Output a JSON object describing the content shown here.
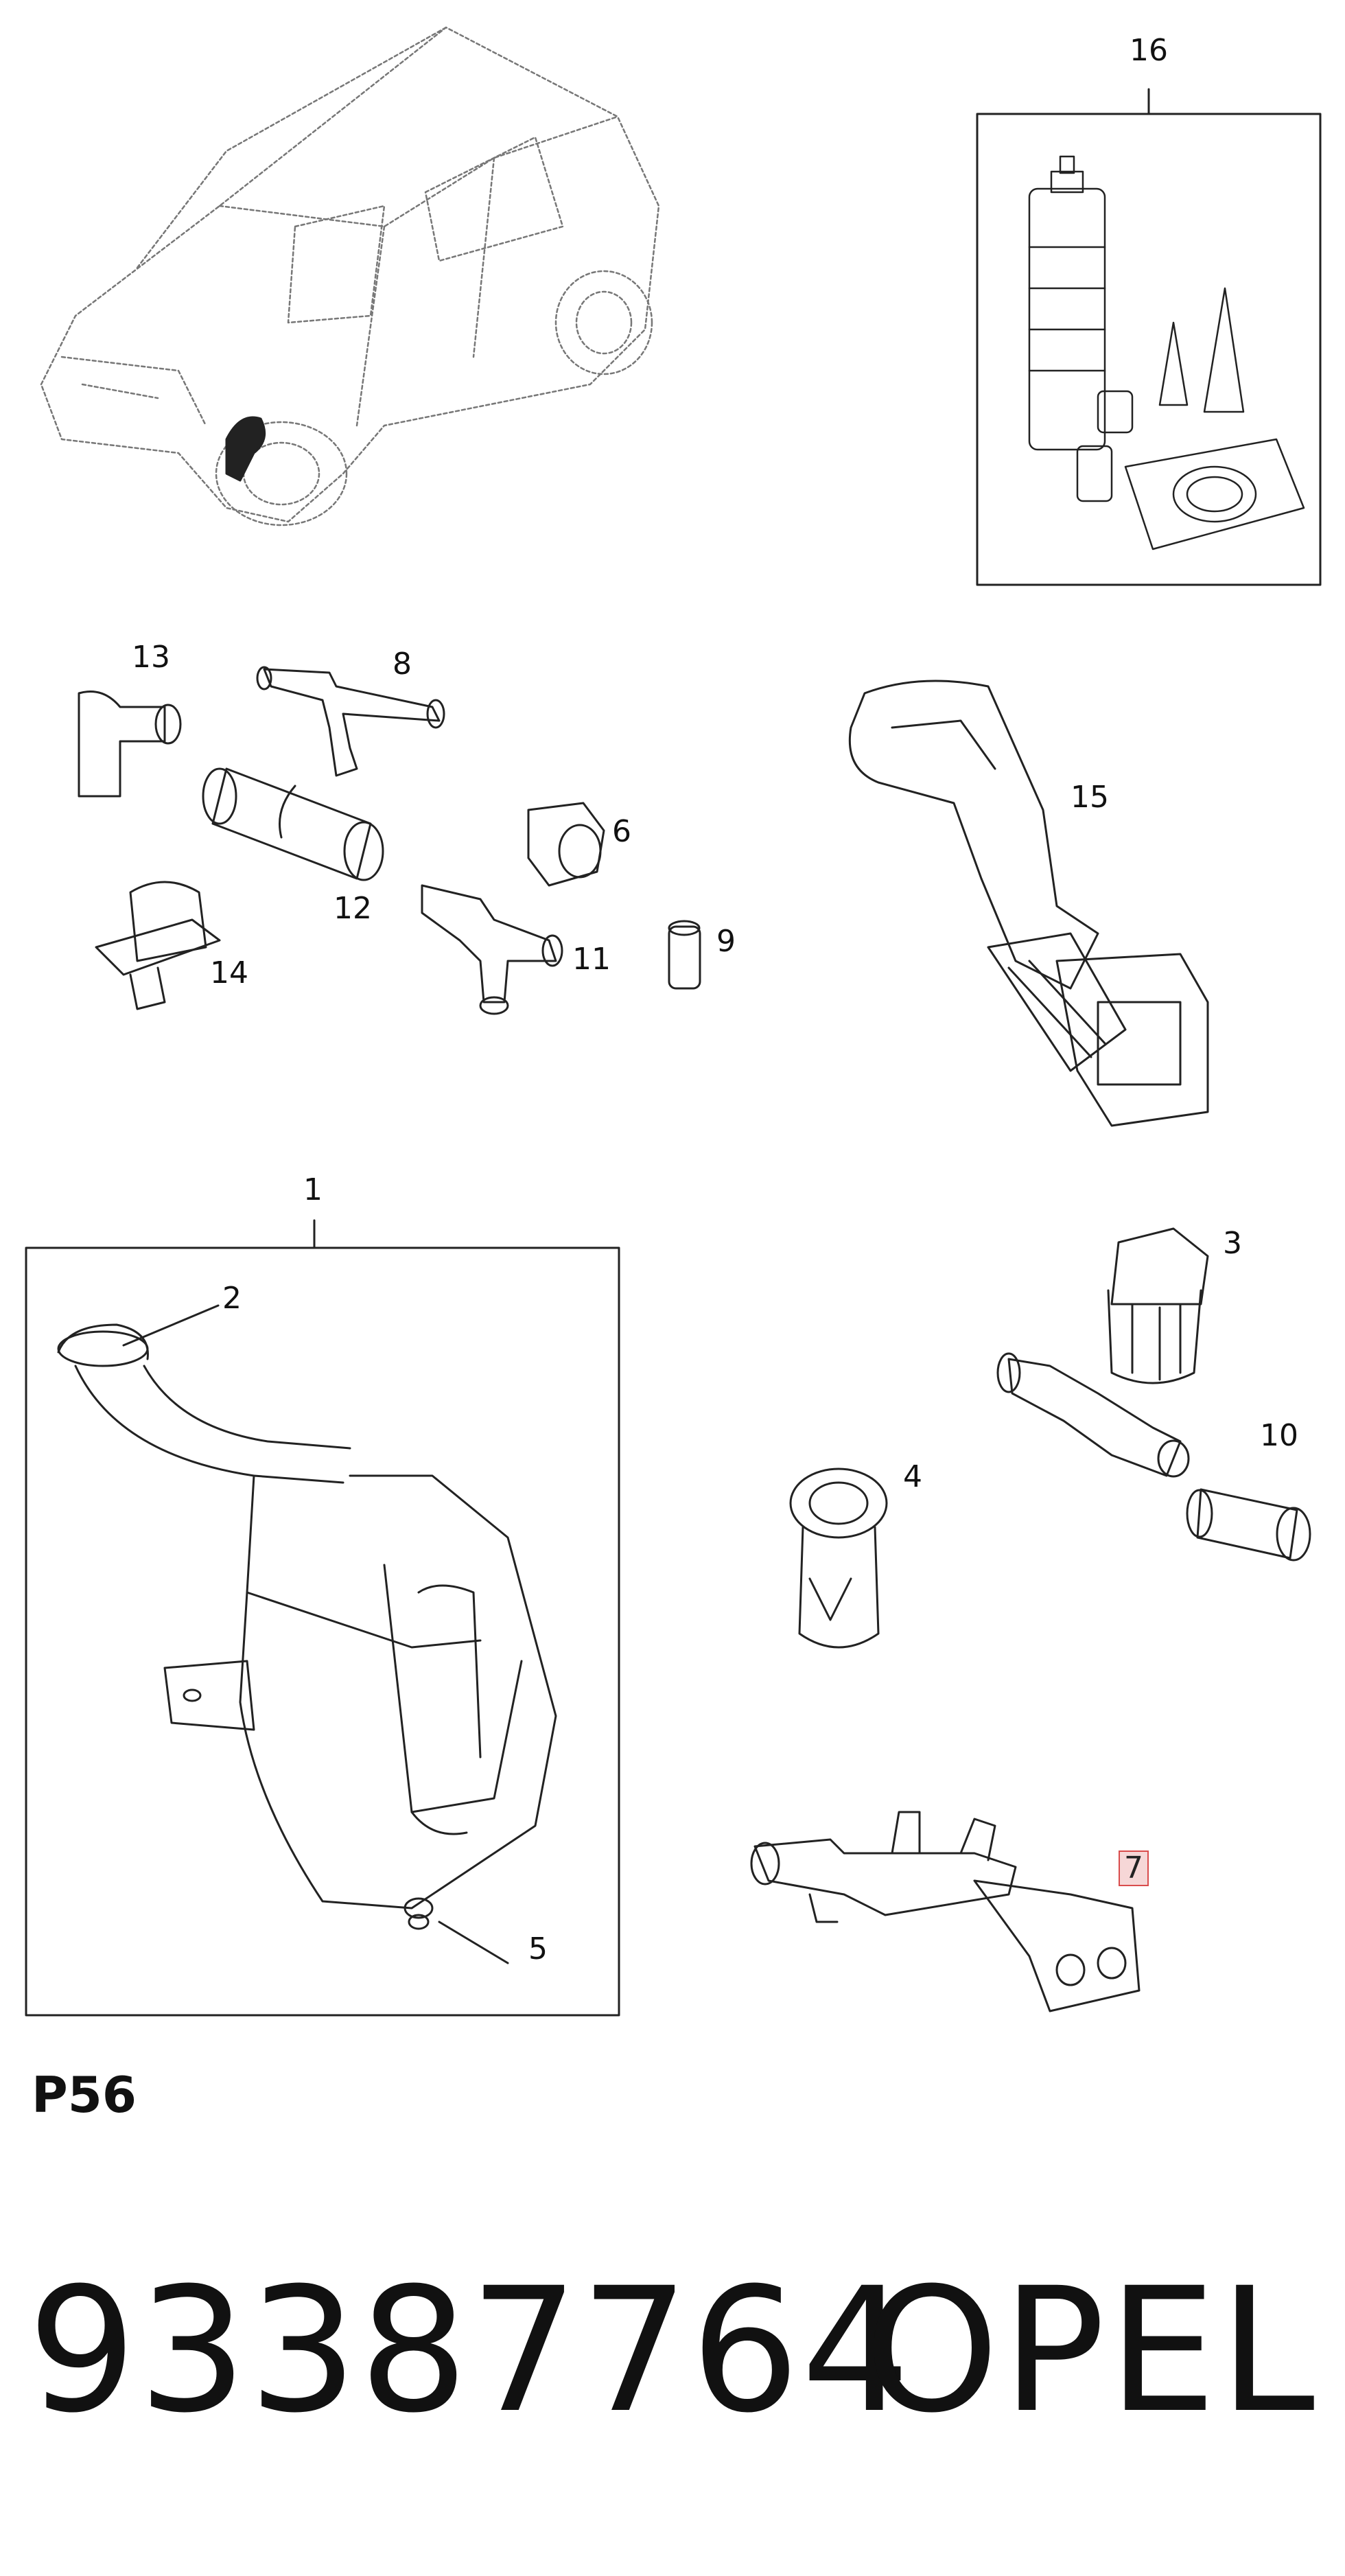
{
  "diagram": {
    "callouts": [
      {
        "id": "c16",
        "label": "16"
      },
      {
        "id": "c13",
        "label": "13"
      },
      {
        "id": "c8",
        "label": "8"
      },
      {
        "id": "c15",
        "label": "15"
      },
      {
        "id": "c6",
        "label": "6"
      },
      {
        "id": "c12",
        "label": "12"
      },
      {
        "id": "c14",
        "label": "14"
      },
      {
        "id": "c11",
        "label": "11"
      },
      {
        "id": "c9",
        "label": "9"
      },
      {
        "id": "c1",
        "label": "1"
      },
      {
        "id": "c2",
        "label": "2"
      },
      {
        "id": "c3",
        "label": "3"
      },
      {
        "id": "c10",
        "label": "10"
      },
      {
        "id": "c4",
        "label": "4"
      },
      {
        "id": "c7",
        "label": "7",
        "highlighted": true
      },
      {
        "id": "c5",
        "label": "5"
      }
    ],
    "highlight_color": "#d94c4c"
  },
  "footer": {
    "page_label": "P56",
    "part_number": "93387764",
    "brand": "OPEL"
  }
}
